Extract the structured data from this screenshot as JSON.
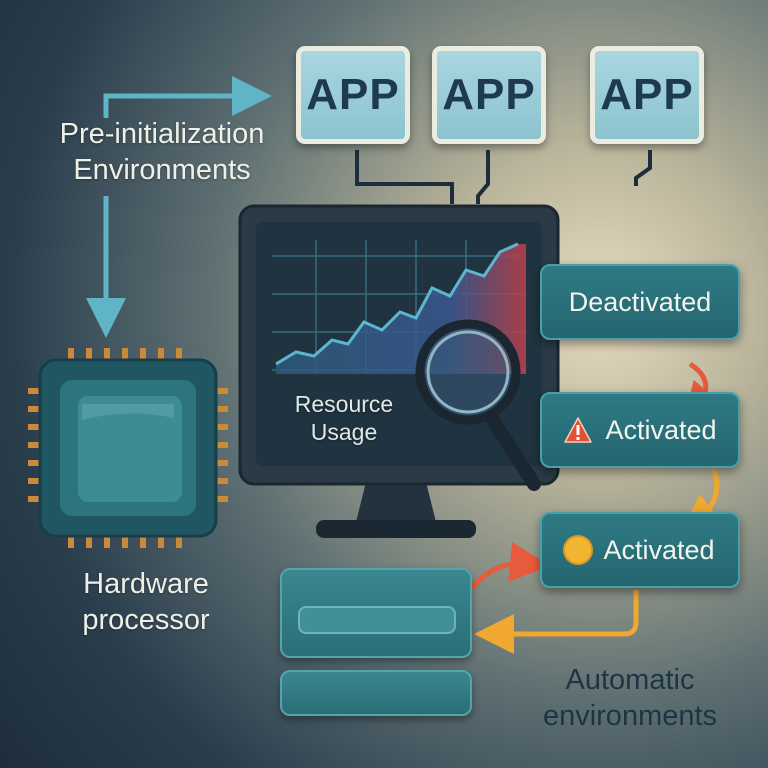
{
  "apps": [
    {
      "label": "APP"
    },
    {
      "label": "APP"
    },
    {
      "label": "APP"
    }
  ],
  "labels": {
    "pre_init_line1": "Pre-initialization",
    "pre_init_line2": "Environments",
    "resource_line1": "Resource",
    "resource_line2": "Usage",
    "hardware_line1": "Hardware",
    "hardware_line2": "processor",
    "auto_line1": "Automatic",
    "auto_line2": "environments"
  },
  "states": [
    {
      "label": "Deactivated",
      "icon": "none"
    },
    {
      "label": "Activated",
      "icon": "warning-triangle-icon"
    },
    {
      "label": "Activated",
      "icon": "yellow-dot-icon"
    }
  ],
  "colors": {
    "accent_teal": "#2f7a84",
    "app_fill": "#a9d6df",
    "arrow_light_blue": "#5fb4c6",
    "arrow_red": "#e85a3c",
    "arrow_orange": "#f0a830",
    "warning_red": "#e3503a",
    "dot_yellow": "#f2b531"
  }
}
